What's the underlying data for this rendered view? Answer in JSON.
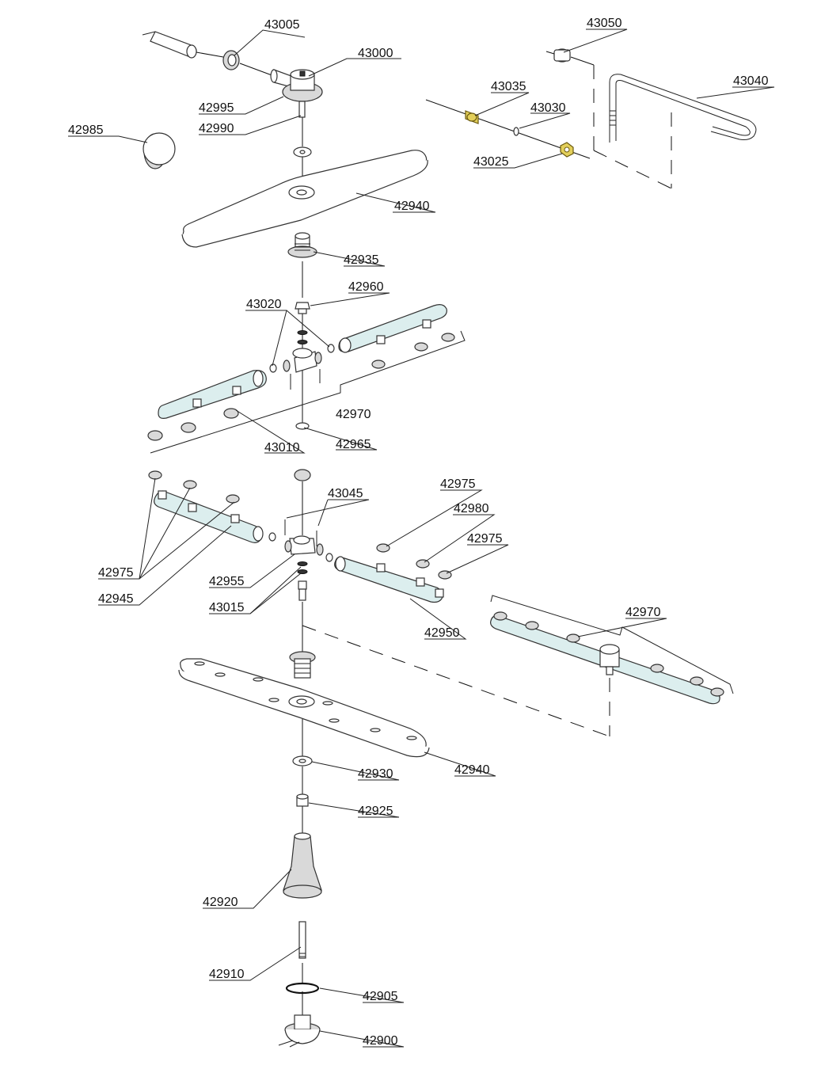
{
  "colors": {
    "pipe_fill": "#dceeee",
    "brass_fill": "#e3cf5a",
    "line": "#222222"
  },
  "labels": {
    "p43005": "43005",
    "p43000": "43000",
    "p42995": "42995",
    "p42990": "42990",
    "p42985": "42985",
    "p43050": "43050",
    "p43040": "43040",
    "p43035": "43035",
    "p43030": "43030",
    "p43025": "43025",
    "p42940_upper": "42940",
    "p42935": "42935",
    "p42960": "42960",
    "p43020": "43020",
    "p42970_upper": "42970",
    "p43010": "43010",
    "p42965": "42965",
    "p42975_left": "42975",
    "p42945": "42945",
    "p43045": "43045",
    "p42955": "42955",
    "p43015": "43015",
    "p42975_right_top": "42975",
    "p42980": "42980",
    "p42975_right": "42975",
    "p42950": "42950",
    "p42970_lower": "42970",
    "p42940_lower": "42940",
    "p42930": "42930",
    "p42925": "42925",
    "p42920": "42920",
    "p42910": "42910",
    "p42905": "42905",
    "p42900": "42900"
  }
}
